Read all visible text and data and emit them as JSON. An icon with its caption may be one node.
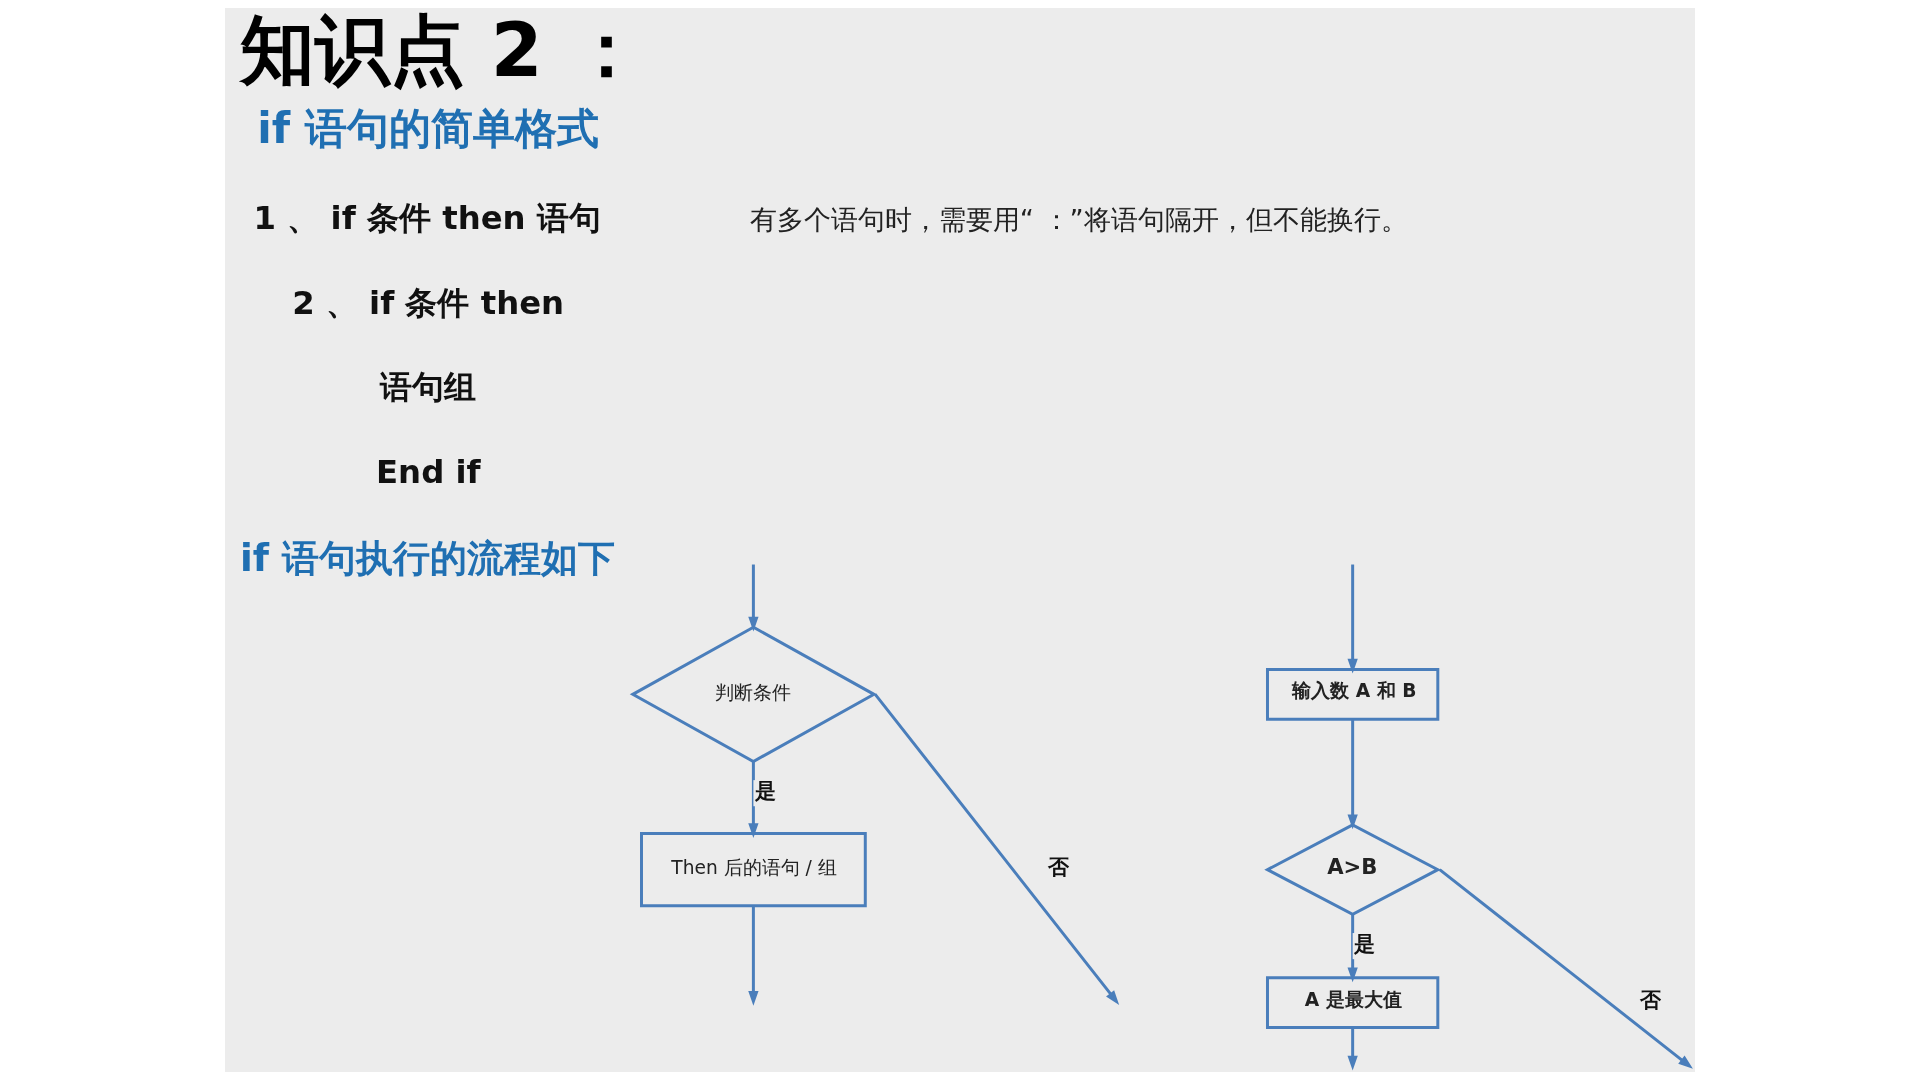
{
  "diagram": {
    "title": "知识点 2 ：",
    "nodes": [
      {
        "text": [
          "判断条件"
        ]
      },
      {
        "text": [
          "Then 后的语句 / 组"
        ]
      },
      {
        "text": [
          "输入数 A 和 B"
        ]
      },
      {
        "text": [
          "A>B"
        ]
      },
      {
        "text": [
          "A 是最大值"
        ]
      }
    ],
    "edges": [
      {
        "from": 0,
        "to": 1,
        "arrow": "to",
        "label": "是"
      },
      {
        "from": 0,
        "to": null,
        "arrow": "to",
        "label": "否"
      },
      {
        "from": null,
        "to": 0,
        "arrow": "to"
      },
      {
        "from": 1,
        "to": null,
        "arrow": "to"
      },
      {
        "from": null,
        "to": 2,
        "arrow": "to"
      },
      {
        "from": 2,
        "to": 3,
        "arrow": "to"
      },
      {
        "from": 3,
        "to": 4,
        "arrow": "to",
        "label": "是"
      },
      {
        "from": 3,
        "to": null,
        "arrow": "to",
        "label": "否"
      },
      {
        "from": 4,
        "to": null,
        "arrow": "to"
      }
    ],
    "labels": [
      "if 语句的简单格式",
      "1 、 if 条件 then 语句",
      "有多个语句时，需要用“ ：”将语句隔开，但不能换行。",
      "2 、 if 条件 then",
      "语句组",
      "End if",
      "if 语句执行的流程如下"
    ]
  }
}
